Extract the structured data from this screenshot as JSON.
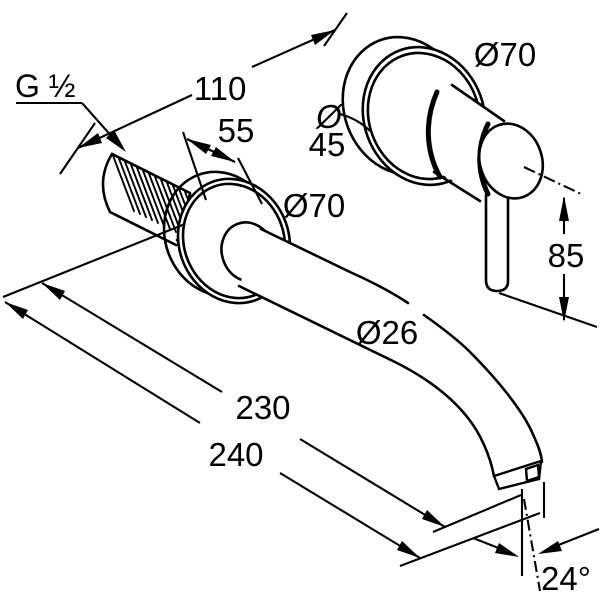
{
  "colors": {
    "background": "#ffffff",
    "line": "#000000"
  },
  "labels": {
    "thread_size": "G ½",
    "dim_110": "110",
    "dim_55": "55",
    "spout_flange_diameter": "Ø70",
    "valve_flange_diameter": "Ø70",
    "valve_body_diameter_symbol": "Ø",
    "valve_body_diameter_value": "45",
    "dim_85": "85",
    "spout_diameter": "Ø26",
    "dim_230": "230",
    "dim_240": "240",
    "spout_angle": "24°"
  }
}
